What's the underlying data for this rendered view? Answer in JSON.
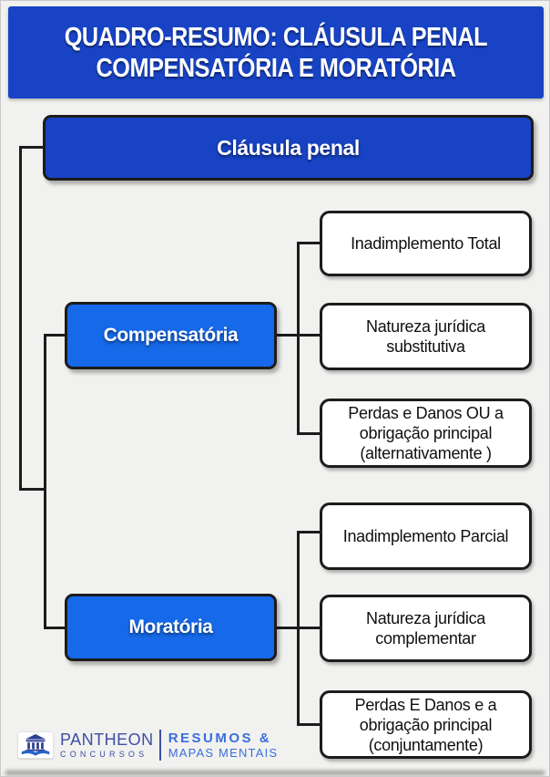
{
  "header": {
    "title_line1": "QUADRO-RESUMO: CLÁUSULA PENAL",
    "title_line2": "COMPENSATÓRIA E MORATÓRIA"
  },
  "diagram": {
    "root_label": "Cláusula penal",
    "branches": [
      {
        "label": "Compensatória",
        "children": [
          "Inadimplemento Total",
          "Natureza jurídica substitutiva",
          "Perdas e Danos OU a obrigação principal (alternativamente )"
        ]
      },
      {
        "label": "Moratória",
        "children": [
          "Inadimplemento Parcial",
          "Natureza jurídica complementar",
          "Perdas E Danos e a obrigação principal (conjuntamente)"
        ]
      }
    ]
  },
  "footer": {
    "brand": "PANTHEON",
    "brand_sub": "CONCURSOS",
    "tagline_line1": "RESUMOS &",
    "tagline_line2": "MAPAS MENTAIS"
  },
  "colors": {
    "header_blue": "#1843C4",
    "root_blue": "#1843C4",
    "branch_blue": "#1669E9",
    "line_dark": "#1C1C1C",
    "page_bg": "#F1F1EF",
    "leaf_bg": "#FFFFFF",
    "brand_indigo": "#3D4FA5",
    "tagline_blue": "#3A6DDE"
  }
}
